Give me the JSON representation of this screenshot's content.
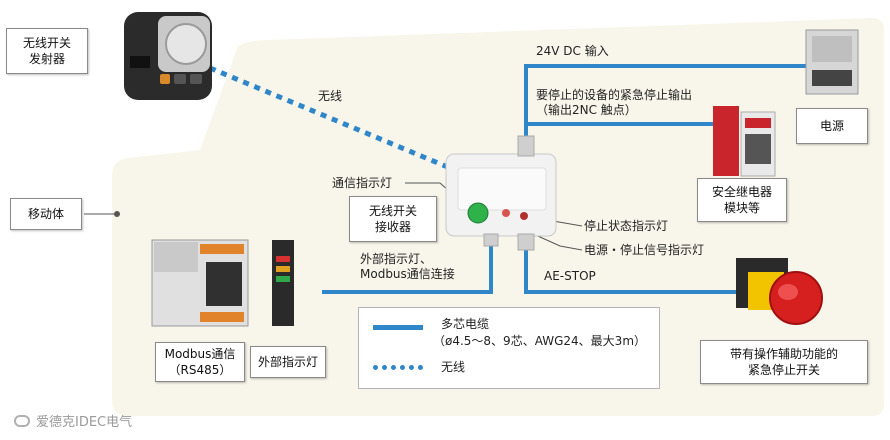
{
  "labels": {
    "transmitter": "无线开关\n发射器",
    "moving_body": "移动体",
    "receiver": "无线开关\n接收器",
    "wireless_line": "无线",
    "comm_indicator": "通信指示灯",
    "dc_input": "24V DC 输入",
    "estop_output": "要停止的设备的紧急停止输出\n（输出2NC 触点）",
    "power_supply": "电源",
    "safety_relay": "安全继电器\n模块等",
    "stop_status_indicator": "停止状态指示灯",
    "power_stop_indicator": "电源・停止信号指示灯",
    "external_connection": "外部指示灯、\nModbus通信连接",
    "ae_stop": "AE-STOP",
    "modbus": "Modbus通信\n（RS485）",
    "external_light": "外部指示灯",
    "estop_switch": "带有操作辅助功能的\n紧急停止开关"
  },
  "legend": {
    "cable_title": "多芯电缆",
    "cable_spec": "（ø4.5～8、9芯、AWG24、最大3m）",
    "wireless": "无线"
  },
  "watermark": "爱德克IDEC电气",
  "colors": {
    "cable": "#2f86c8",
    "background": "#f8f6ea",
    "estop_red": "#d62020",
    "estop_yellow": "#f2c400",
    "indicator_green": "#2fb24a"
  }
}
